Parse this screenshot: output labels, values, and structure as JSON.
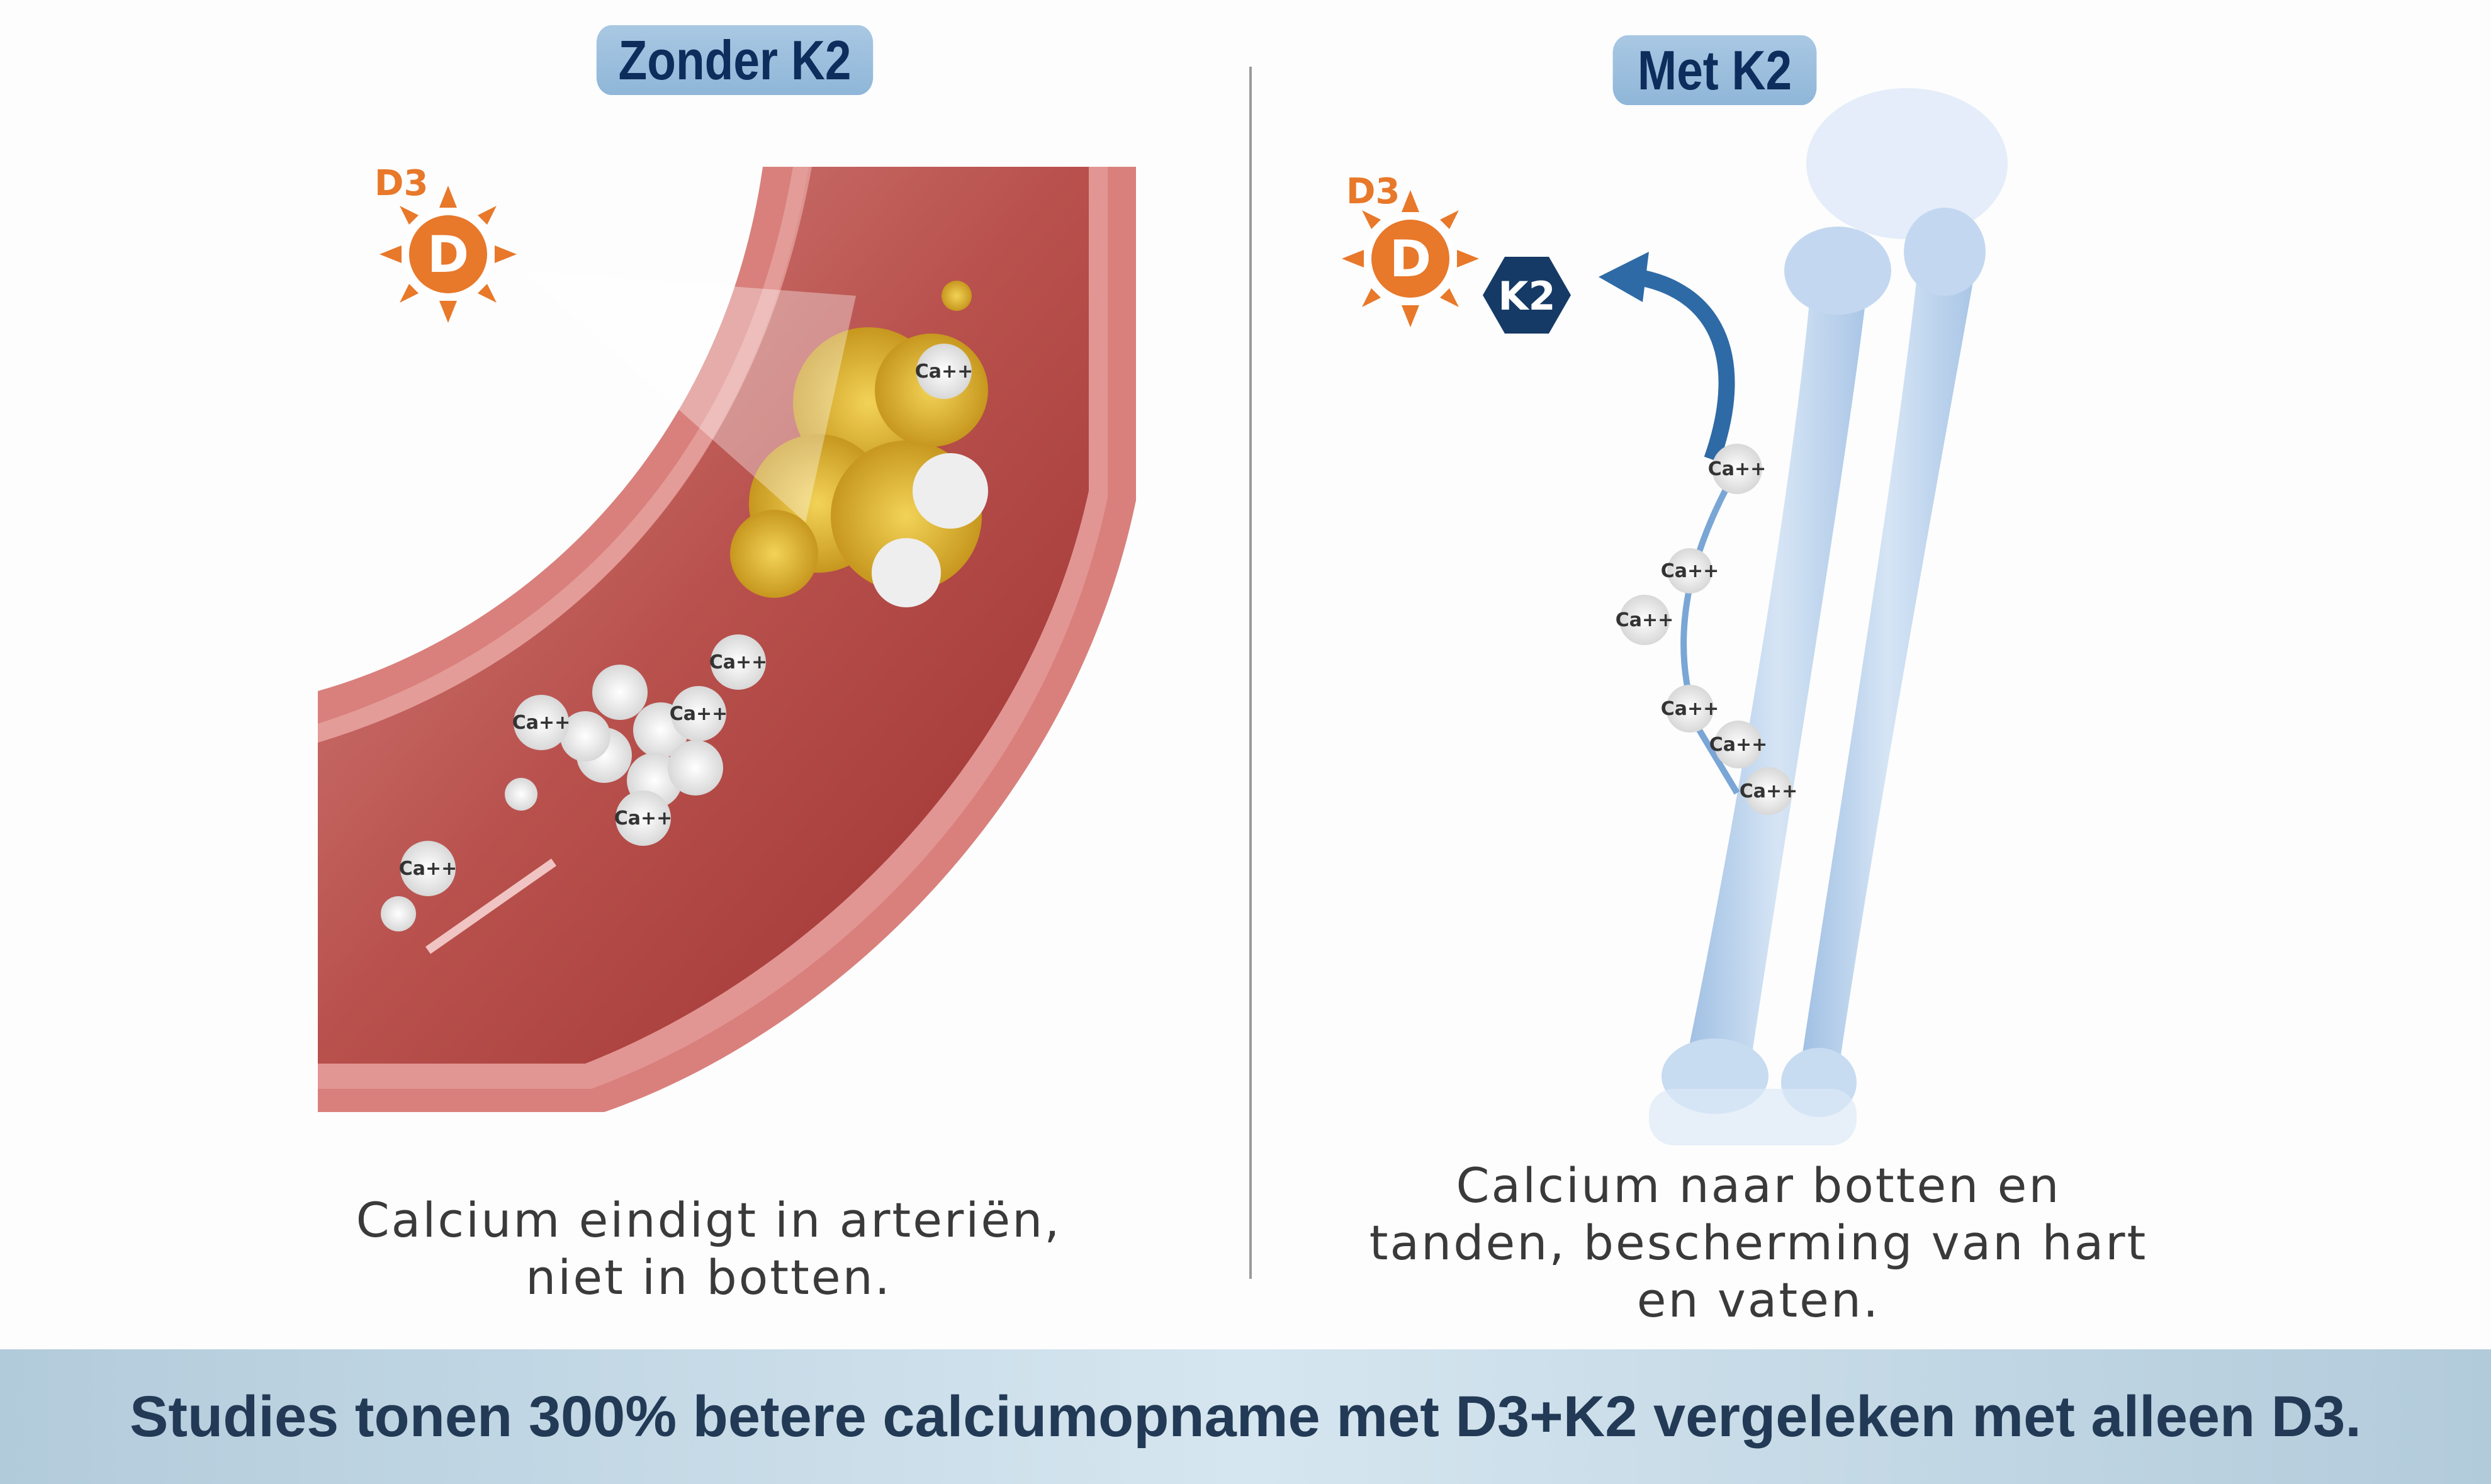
{
  "left_panel": {
    "title": "Zonder K2",
    "vitamin_label": "D3",
    "sun_letter": "D",
    "calcium_label": "Ca++",
    "caption_lines": [
      "Calcium eindigt in arteriën,",
      "niet in botten."
    ]
  },
  "right_panel": {
    "title": "Met K2",
    "vitamin_label": "D3",
    "sun_letter": "D",
    "k2_label": "K2",
    "calcium_label": "Ca++",
    "caption_lines": [
      "Calcium naar botten en",
      "tanden, bescherming van hart",
      "en vaten."
    ]
  },
  "banner": {
    "text": "Studies tonen 300% betere calciumopname met D3+K2 vergeleken met alleen D3."
  },
  "colors": {
    "pill": "#9fc0df",
    "title_text": "#0d2d5c",
    "banner_text": "#223a55",
    "sun": "#e8782a",
    "k2_hex": "#163a66",
    "artery": "#b84a4a",
    "bone": "#bcd4ee"
  }
}
